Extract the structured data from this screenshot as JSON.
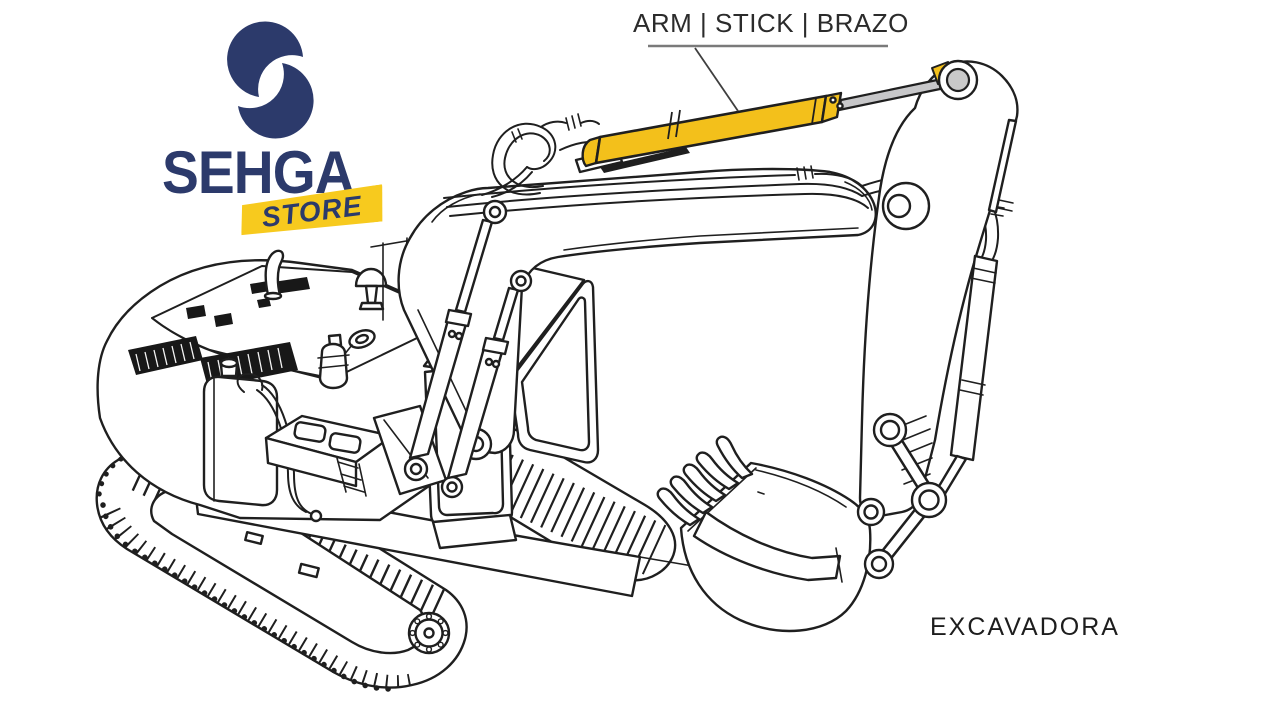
{
  "logo": {
    "brand": "SEHGA",
    "banner": "STORE",
    "symbol": "s-swirl-icon",
    "brand_color": "#2C3A6B",
    "banner_color": "#F7CA1E"
  },
  "callout": {
    "label": "ARM | STICK | BRAZO",
    "underline_color": "#7a7a7a",
    "leader_color": "#3f3f3f",
    "points_to": "highlighted arm/stick hydraulic cylinder"
  },
  "caption": {
    "label": "EXCAVADORA"
  },
  "artwork": {
    "subject": "excavator technical line drawing (3/4 view)",
    "line_color": "#1f1f1f",
    "highlight_color": "#F3C01B",
    "piston_rod_color": "#C7C7C9",
    "highlighted_part": "arm cylinder"
  }
}
